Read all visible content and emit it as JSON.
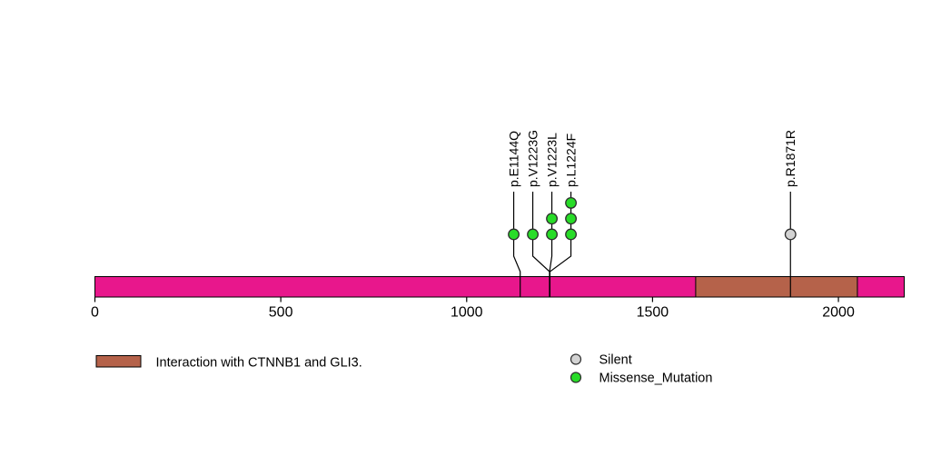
{
  "figure": {
    "background": "#ffffff"
  },
  "chart_data": {
    "type": "lollipop",
    "title": "",
    "xlabel": "",
    "ylabel": "",
    "xlim": [
      0,
      2177
    ],
    "x_ticks": [
      0,
      500,
      1000,
      1500,
      2000
    ],
    "grid": false,
    "protein": {
      "length": 2177,
      "bar_color": "#E8178C",
      "domains": [
        {
          "name": "Interaction with CTNNB1 and GLI3.",
          "start": 1616,
          "end": 2051,
          "color": "#B5624A"
        }
      ]
    },
    "mutations": [
      {
        "label": "p.E1144Q",
        "position": 1144,
        "count": 1,
        "type": "Missense_Mutation"
      },
      {
        "label": "p.V1223G",
        "position": 1223,
        "count": 1,
        "type": "Missense_Mutation"
      },
      {
        "label": "p.V1223L",
        "position": 1223,
        "count": 2,
        "type": "Missense_Mutation"
      },
      {
        "label": "p.L1224F",
        "position": 1224,
        "count": 3,
        "type": "Missense_Mutation"
      },
      {
        "label": "p.R1871R",
        "position": 1871,
        "count": 1,
        "type": "Silent"
      }
    ],
    "mutation_types": [
      {
        "name": "Silent",
        "color": "#D3D3D3"
      },
      {
        "name": "Missense_Mutation",
        "color": "#28DC28"
      }
    ],
    "legend": {
      "position": "bottom",
      "domain_items": [
        {
          "label": "Interaction with CTNNB1 and GLI3.",
          "color": "#B5624A"
        }
      ],
      "type_items": [
        {
          "label": "Silent",
          "color": "#D3D3D3"
        },
        {
          "label": "Missense_Mutation",
          "color": "#28DC28"
        }
      ]
    }
  }
}
